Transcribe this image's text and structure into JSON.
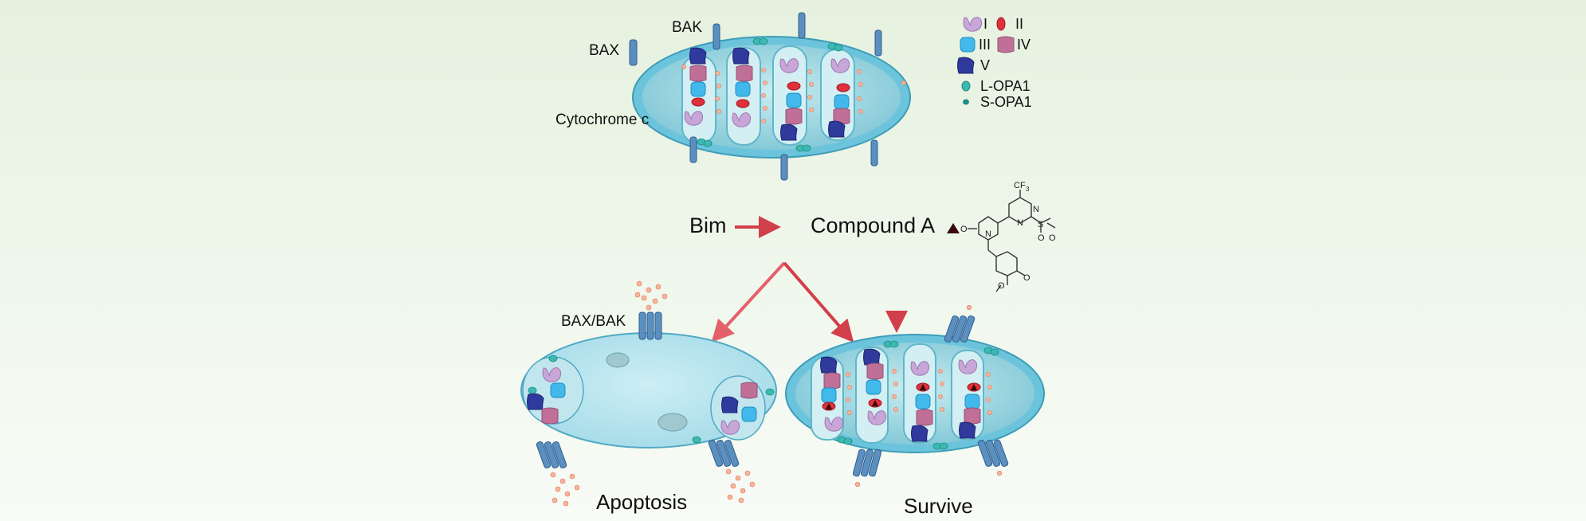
{
  "labels": {
    "bax": "BAX",
    "bak": "BAK",
    "cytochrome_c": "Cytochrome c",
    "bim": "Bim",
    "compound_a": "Compound A",
    "bax_bak": "BAX/BAK",
    "apoptosis": "Apoptosis",
    "survive": "Survive"
  },
  "legend": [
    {
      "label": "I",
      "icon": "complex-i-icon",
      "color": "#c9a6d8"
    },
    {
      "label": "II",
      "icon": "complex-ii-icon",
      "color": "#e0303a"
    },
    {
      "label": "III",
      "icon": "complex-iii-icon",
      "color": "#43b8ea"
    },
    {
      "label": "IV",
      "icon": "complex-iv-icon",
      "color": "#c06f97"
    },
    {
      "label": "V",
      "icon": "complex-v-icon",
      "color": "#2f3a9c"
    },
    {
      "label": "L-OPA1",
      "icon": "l-opa1-icon",
      "color": "#3dbab0"
    },
    {
      "label": "S-OPA1",
      "icon": "s-opa1-icon",
      "color": "#1c8c86"
    }
  ],
  "molecule": {
    "atoms": [
      "CF",
      "3",
      "N",
      "N",
      "S",
      "O",
      "O",
      "N",
      "O",
      "O",
      "O"
    ]
  },
  "colors": {
    "arrow": "#d13f4a",
    "membrane": "#6cc4dc",
    "matrix": "#9fd6df",
    "cytochrome": "#f29a7c",
    "bax": "#4e7fb0"
  }
}
